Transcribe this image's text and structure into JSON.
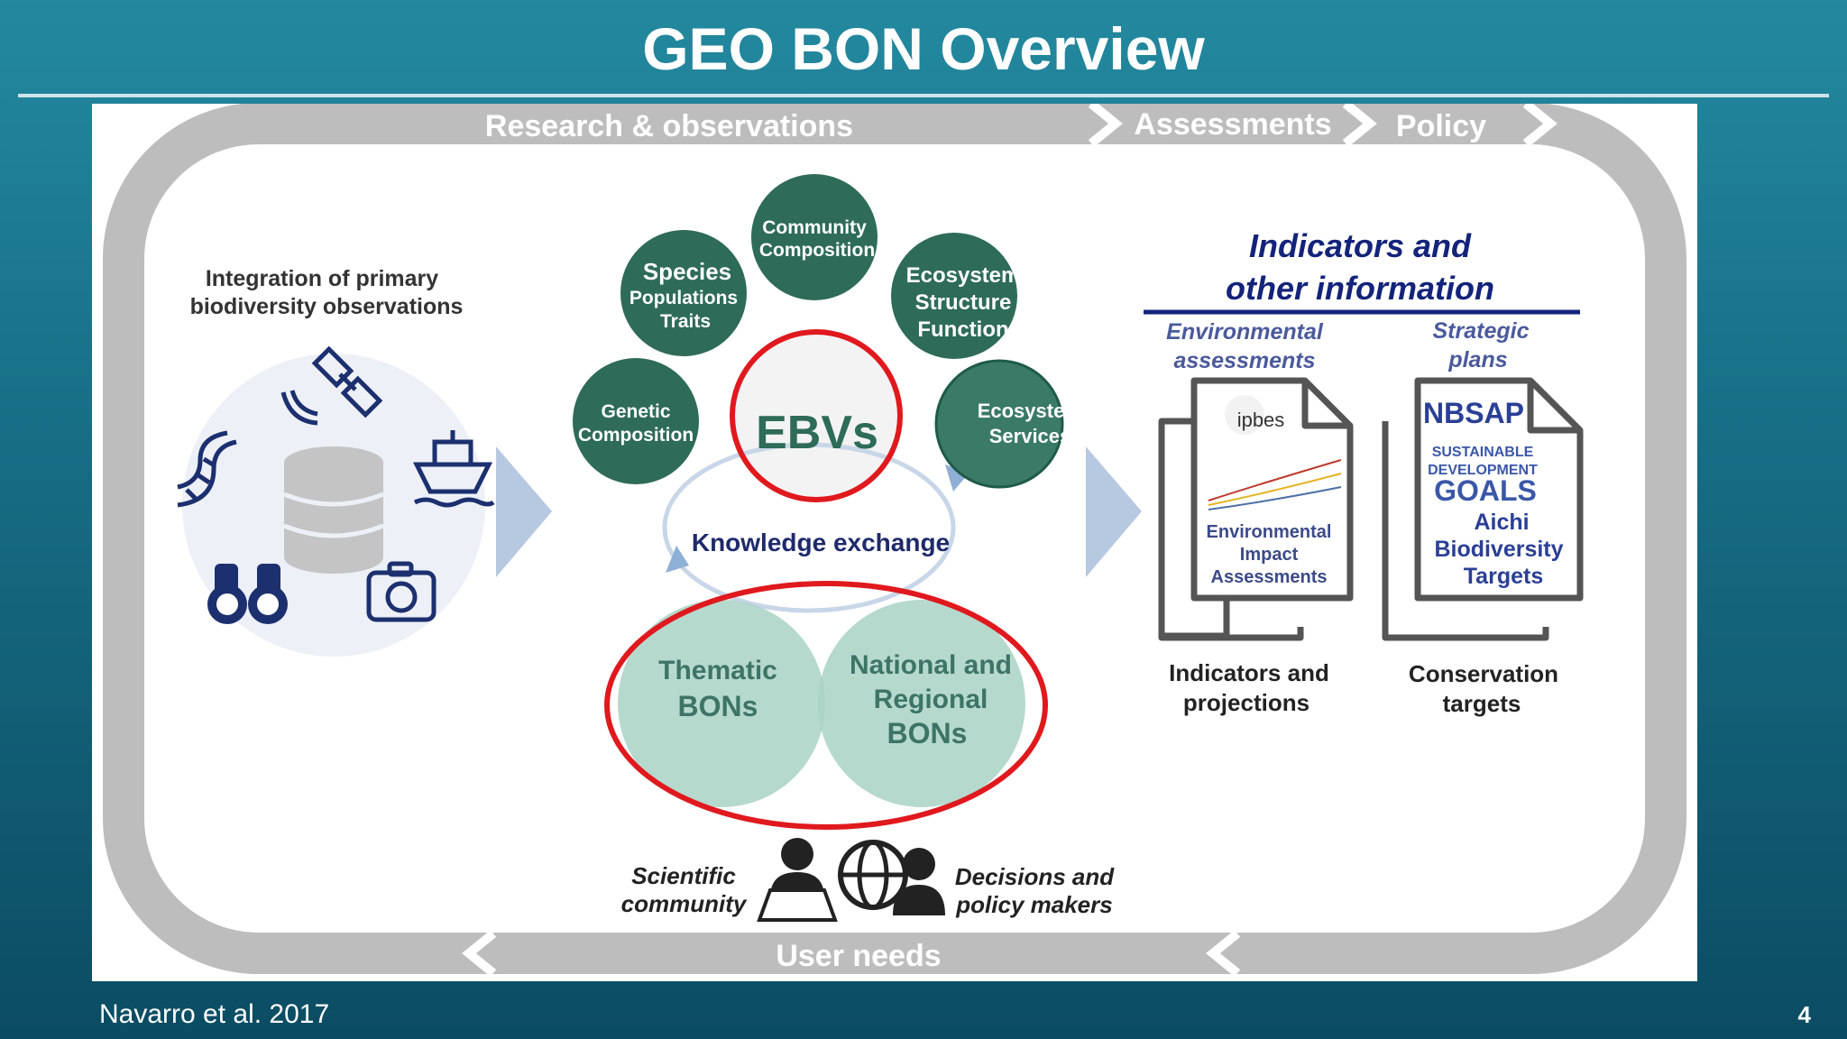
{
  "slide": {
    "title": "GEO BON Overview",
    "citation": "Navarro et al. 2017",
    "page_number": "4"
  },
  "cycle": {
    "research": "Research & observations",
    "assessments": "Assessments",
    "policy": "Policy",
    "user_needs": "User needs"
  },
  "integration": {
    "line1": "Integration of primary",
    "line2": "biodiversity observations",
    "icons": [
      "satellite-icon",
      "dna-icon",
      "database-icon",
      "ship-icon",
      "binoculars-icon",
      "camera-icon"
    ]
  },
  "ebv_classes": {
    "community": [
      "Community",
      "Composition"
    ],
    "species": [
      "Species",
      "Populations",
      "Traits"
    ],
    "ecosystem_structure": [
      "Ecosystem",
      "Structure",
      "Function"
    ],
    "genetic": [
      "Genetic",
      "Composition"
    ],
    "ecosystem_services": [
      "Ecosyste",
      "Services"
    ],
    "center": "EBVs"
  },
  "knowledge_exchange": "Knowledge exchange",
  "bons": {
    "thematic": [
      "Thematic",
      "BONs"
    ],
    "national": [
      "National and",
      "Regional",
      "BONs"
    ]
  },
  "users": {
    "scientific": [
      "Scientific",
      "community"
    ],
    "decisions": [
      "Decisions and",
      "policy makers"
    ]
  },
  "indicators": {
    "heading": [
      "Indicators and",
      "other information"
    ],
    "env_assess": [
      "Environmental",
      "assessments"
    ],
    "strategic": [
      "Strategic",
      "plans"
    ],
    "ipbes": "ipbes",
    "eia": [
      "Environmental",
      "Impact",
      "Assessments"
    ],
    "nbsap": "NBSAP",
    "sdg": [
      "SUSTAINABLE",
      "DEVELOPMENT"
    ],
    "goals": "GOALS",
    "aichi": [
      "Aichi",
      "Biodiversity",
      "Targets"
    ],
    "caption_left": [
      "Indicators and",
      "projections"
    ],
    "caption_right": [
      "Conservation",
      "targets"
    ]
  },
  "colors": {
    "ebv_green": "#2e6b58",
    "bon_green": "#a9d2c5",
    "highlight_red": "#e0191e",
    "cycle_gray": "#bdbdbd",
    "navy": "#14237a"
  }
}
